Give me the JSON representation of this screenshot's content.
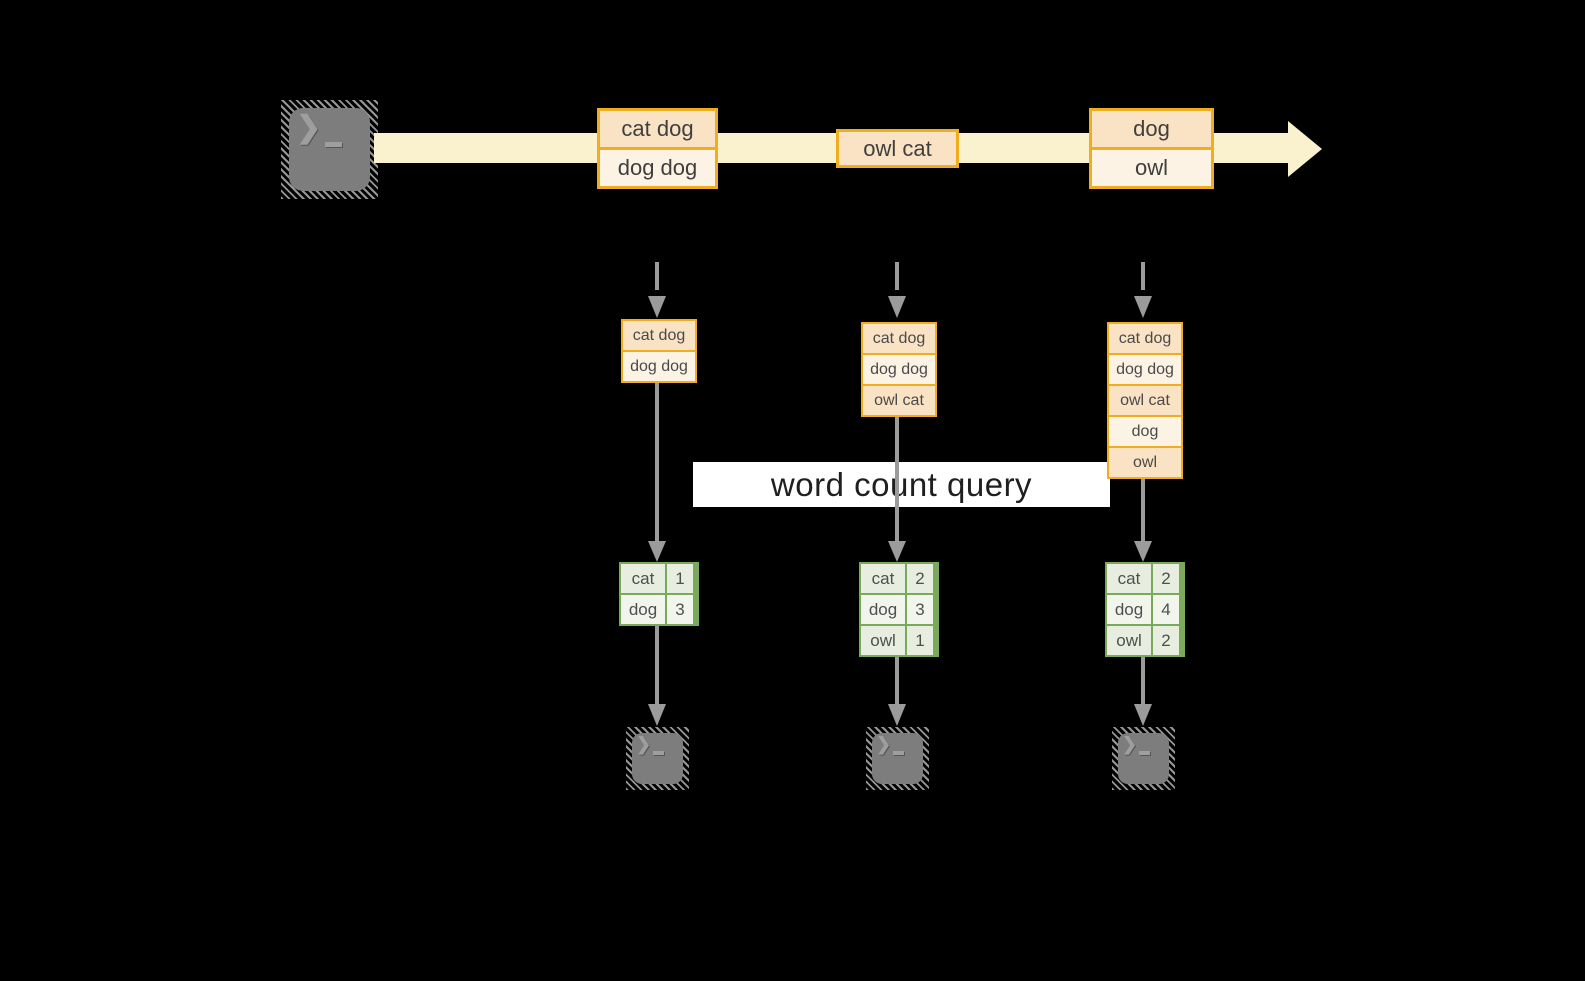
{
  "query_label": "word count query",
  "icons": {
    "prompt_glyph": "❯"
  },
  "colors": {
    "stream_band": "#FAF1CE",
    "orange_border": "#F0AD1E",
    "cell_peach": "#FAE2C4",
    "cell_cream": "#FCF3E4",
    "green_border": "#79A95A",
    "arrow_gray": "#9B9B9B",
    "query_box_bg": "#FFFFFF"
  },
  "stream": {
    "events": [
      {
        "cells": [
          "cat dog",
          "dog dog"
        ]
      },
      {
        "cells": [
          "owl cat"
        ]
      },
      {
        "cells": [
          "dog",
          "owl"
        ]
      }
    ]
  },
  "pipelines": [
    {
      "state_cells": [
        "cat dog",
        "dog dog"
      ],
      "count_rows": [
        [
          "cat",
          "1"
        ],
        [
          "dog",
          "3"
        ]
      ]
    },
    {
      "state_cells": [
        "cat dog",
        "dog dog",
        "owl cat"
      ],
      "count_rows": [
        [
          "cat",
          "2"
        ],
        [
          "dog",
          "3"
        ],
        [
          "owl",
          "1"
        ]
      ]
    },
    {
      "state_cells": [
        "cat dog",
        "dog dog",
        "owl cat",
        "dog",
        "owl"
      ],
      "count_rows": [
        [
          "cat",
          "2"
        ],
        [
          "dog",
          "4"
        ],
        [
          "owl",
          "2"
        ]
      ]
    }
  ]
}
